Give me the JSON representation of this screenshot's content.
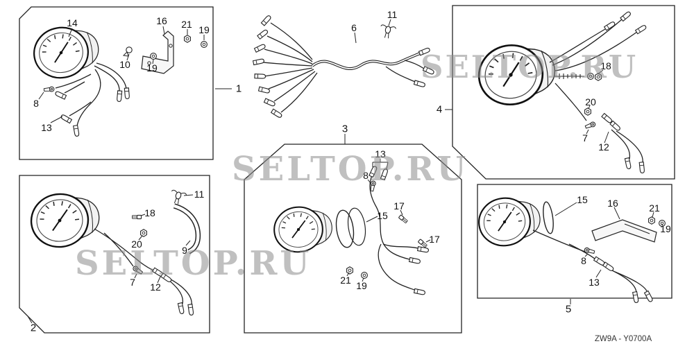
{
  "diagram": {
    "watermark": "SELTOP.RU",
    "footer_code": "ZW9A - Y0700A"
  },
  "refs": {
    "a1": "1",
    "a2": "2",
    "a3": "3",
    "a4": "4",
    "a5": "5"
  },
  "callouts": {
    "a1": {
      "c14": "14",
      "c16": "16",
      "c21": "21",
      "c19a": "19",
      "c10": "10",
      "c19b": "19",
      "c8": "8",
      "c13": "13"
    },
    "a2": {
      "c11": "11",
      "c18": "18",
      "c20": "20",
      "c9": "9",
      "c7": "7",
      "c12": "12"
    },
    "a3": {
      "c13": "13",
      "c8": "8",
      "c15": "15",
      "c17a": "17",
      "c17b": "17",
      "c21": "21",
      "c19": "19"
    },
    "a4": {
      "c18": "18",
      "c20": "20",
      "c7": "7",
      "c12": "12"
    },
    "a5": {
      "c15": "15",
      "c16": "16",
      "c21": "21",
      "c19": "19",
      "c8": "8",
      "c13": "13"
    },
    "harness": {
      "c6": "6",
      "c11": "11"
    }
  }
}
